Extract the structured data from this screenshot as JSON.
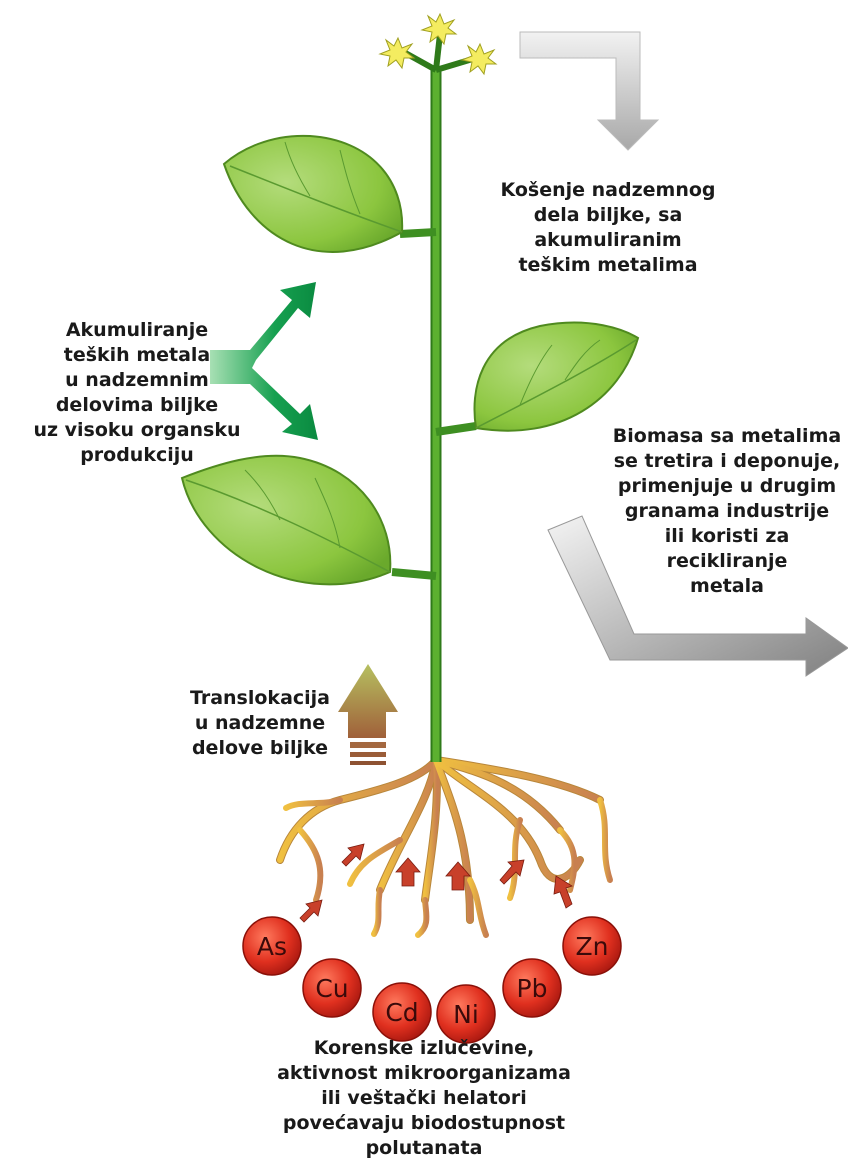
{
  "captions": {
    "cutting": [
      "Košenje nadzemnog",
      "dela biljke, sa",
      "akumuliranim",
      "teškim metalima"
    ],
    "accumulation": [
      "Akumuliranje",
      "teških metala",
      "u nadzemnim",
      "delovima biljke",
      "uz visoku organsku",
      "produkciju"
    ],
    "biomass": [
      "Biomasa sa metalima",
      "se tretira i deponuje,",
      "primenjuje u drugim",
      "granama industrije",
      "ili koristi za",
      "recikliranje",
      "metala"
    ],
    "translocation": [
      "Translokacija",
      "u nadzemne",
      "delove biljke"
    ],
    "root_exudates": [
      "Korenske izlučevine,",
      "aktivnost mikroorganizama",
      "ili veštački helatori",
      "povećavaju biodostupnost",
      "polutanata"
    ]
  },
  "metals": [
    "As",
    "Cu",
    "Cd",
    "Ni",
    "Pb",
    "Zn"
  ],
  "colors": {
    "leaf": "#8cc63f",
    "stem": "#4c9a2a",
    "root": "#e0a030",
    "metal_ball": "#d8281c",
    "green_arrow": "#0d9a48",
    "gray_arrow": "#8a8a8a"
  }
}
